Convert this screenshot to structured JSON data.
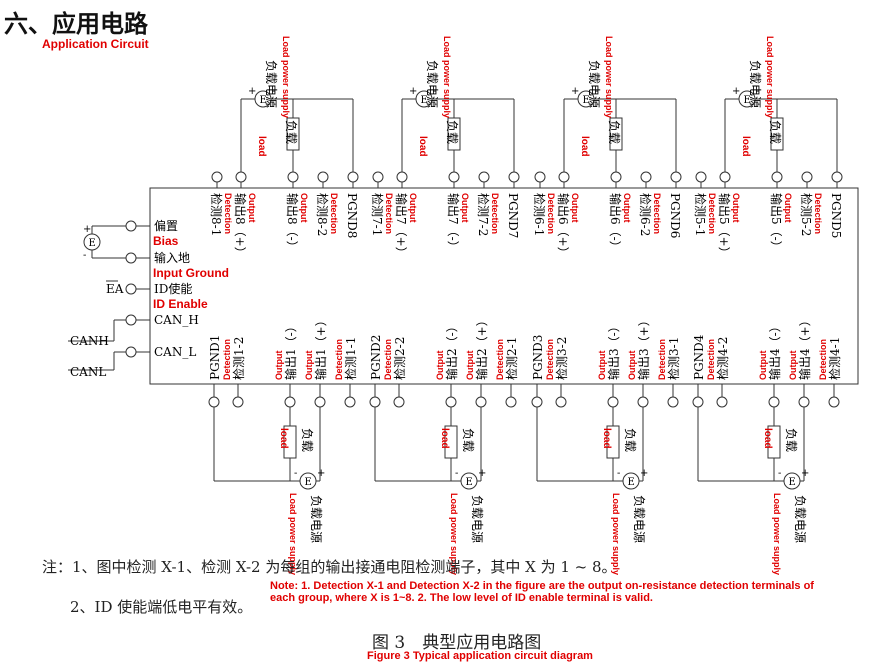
{
  "section": {
    "title": "六、应用电路",
    "subtitle": "Application Circuit"
  },
  "left_labels": {
    "bias": "偏置",
    "bias_en": "Bias",
    "input_ground": "输入地",
    "input_ground_en": "Input Ground",
    "ea": "EA",
    "id_enable": "ID使能",
    "id_enable_en": "ID Enable",
    "can_h": "CAN_H",
    "can_l": "CAN_L",
    "canh": "CANH",
    "canl": "CANL",
    "e_symbol": "E",
    "plus": "+",
    "minus": "-"
  },
  "load": {
    "cn": "负载",
    "en": "load"
  },
  "supply": {
    "cn": "负载电源",
    "en": "Load power supply",
    "symbol": "E"
  },
  "top_groups": [
    {
      "ch": "8",
      "pins": [
        "检测8-1",
        "输出8（+）",
        "输出8（-）",
        "检测8-2",
        "PGND8"
      ],
      "pins_en": [
        "Detection",
        "Output",
        "Output",
        "Detection",
        ""
      ]
    },
    {
      "ch": "7",
      "pins": [
        "检测7-1",
        "输出7（+）",
        "输出7（-）",
        "检测7-2",
        "PGND7"
      ],
      "pins_en": [
        "Detection",
        "Output",
        "Output",
        "Detection",
        ""
      ]
    },
    {
      "ch": "6",
      "pins": [
        "检测6-1",
        "输出6（+）",
        "输出6（-）",
        "检测6-2",
        "PGND6"
      ],
      "pins_en": [
        "Detection",
        "Output",
        "Output",
        "Detection",
        ""
      ]
    },
    {
      "ch": "5",
      "pins": [
        "检测5-1",
        "输出5（+）",
        "输出5（-）",
        "检测5-2",
        "PGND5"
      ],
      "pins_en": [
        "Detection",
        "Output",
        "Output",
        "Detection",
        ""
      ]
    }
  ],
  "bottom_groups": [
    {
      "ch": "1",
      "pins": [
        "PGND1",
        "检测1-2",
        "输出1（-）",
        "输出1（+）",
        "检测1-1"
      ],
      "pins_en": [
        "",
        "Detection",
        "Output",
        "Output",
        "Detection"
      ]
    },
    {
      "ch": "2",
      "pins": [
        "PGND2",
        "检测2-2",
        "输出2（-）",
        "输出2（+）",
        "检测2-1"
      ],
      "pins_en": [
        "",
        "Detection",
        "Output",
        "Output",
        "Detection"
      ]
    },
    {
      "ch": "3",
      "pins": [
        "PGND3",
        "检测3-2",
        "输出3（-）",
        "输出3（+）",
        "检测3-1"
      ],
      "pins_en": [
        "",
        "Detection",
        "Output",
        "Output",
        "Detection"
      ]
    },
    {
      "ch": "4",
      "pins": [
        "PGND4",
        "检测4-2",
        "输出4（-）",
        "输出4（+）",
        "检测4-1"
      ],
      "pins_en": [
        "",
        "Detection",
        "Output",
        "Output",
        "Detection"
      ]
    }
  ],
  "notes": {
    "note1": "注：1、图中检测 X-1、检测 X-2 为每组的输出接通电阻检测端子，其中 X 为 1 ~ 8。",
    "note2": "2、ID 使能端低电平有效。",
    "note_en": "Note: 1. Detection X-1 and Detection X-2 in the figure are the output on-resistance detection terminals of each group, where X is 1~8. 2. The low level of ID enable terminal is valid."
  },
  "figure": {
    "caption": "图 3　典型应用电路图",
    "caption_en": "Figure 3 Typical application circuit diagram"
  }
}
